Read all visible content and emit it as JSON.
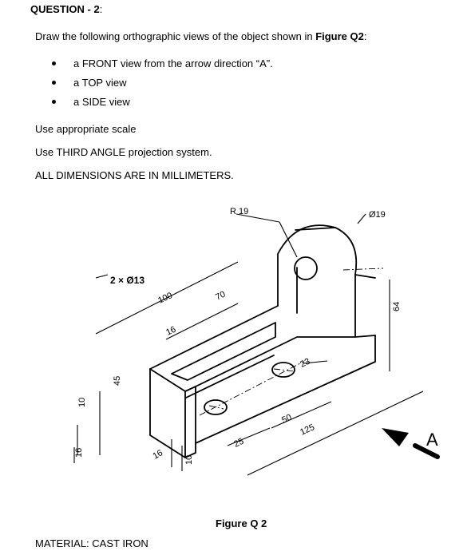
{
  "question": {
    "title": "QUESTION - 2",
    "title_colon": ":",
    "instruction_prefix": "Draw the following orthographic views of the object shown in ",
    "instruction_ref": "Figure Q2",
    "instruction_suffix": ":",
    "bullets": [
      "a FRONT view from the arrow direction “A”.",
      "a TOP view",
      "a SIDE view"
    ],
    "notes": [
      "Use appropriate scale",
      "Use THIRD ANGLE projection system.",
      "ALL DIMENSIONS ARE IN MILLIMETERS."
    ]
  },
  "figure": {
    "caption": "Figure Q 2",
    "dimensions": {
      "r19": "R 19",
      "dia19": "Ø19",
      "holes": "2 × Ø13",
      "d100": "100",
      "d70": "70",
      "d16_top": "16",
      "d45": "45",
      "d10_left": "10",
      "d16_left": "16",
      "d16_bottom": "16",
      "d10_bottom": "10",
      "d25": "25",
      "d50": "50",
      "d125": "125",
      "d23": "23",
      "d64": "64"
    },
    "arrow_label": "A"
  },
  "footer": {
    "material": "MATERIAL: CAST IRON"
  }
}
